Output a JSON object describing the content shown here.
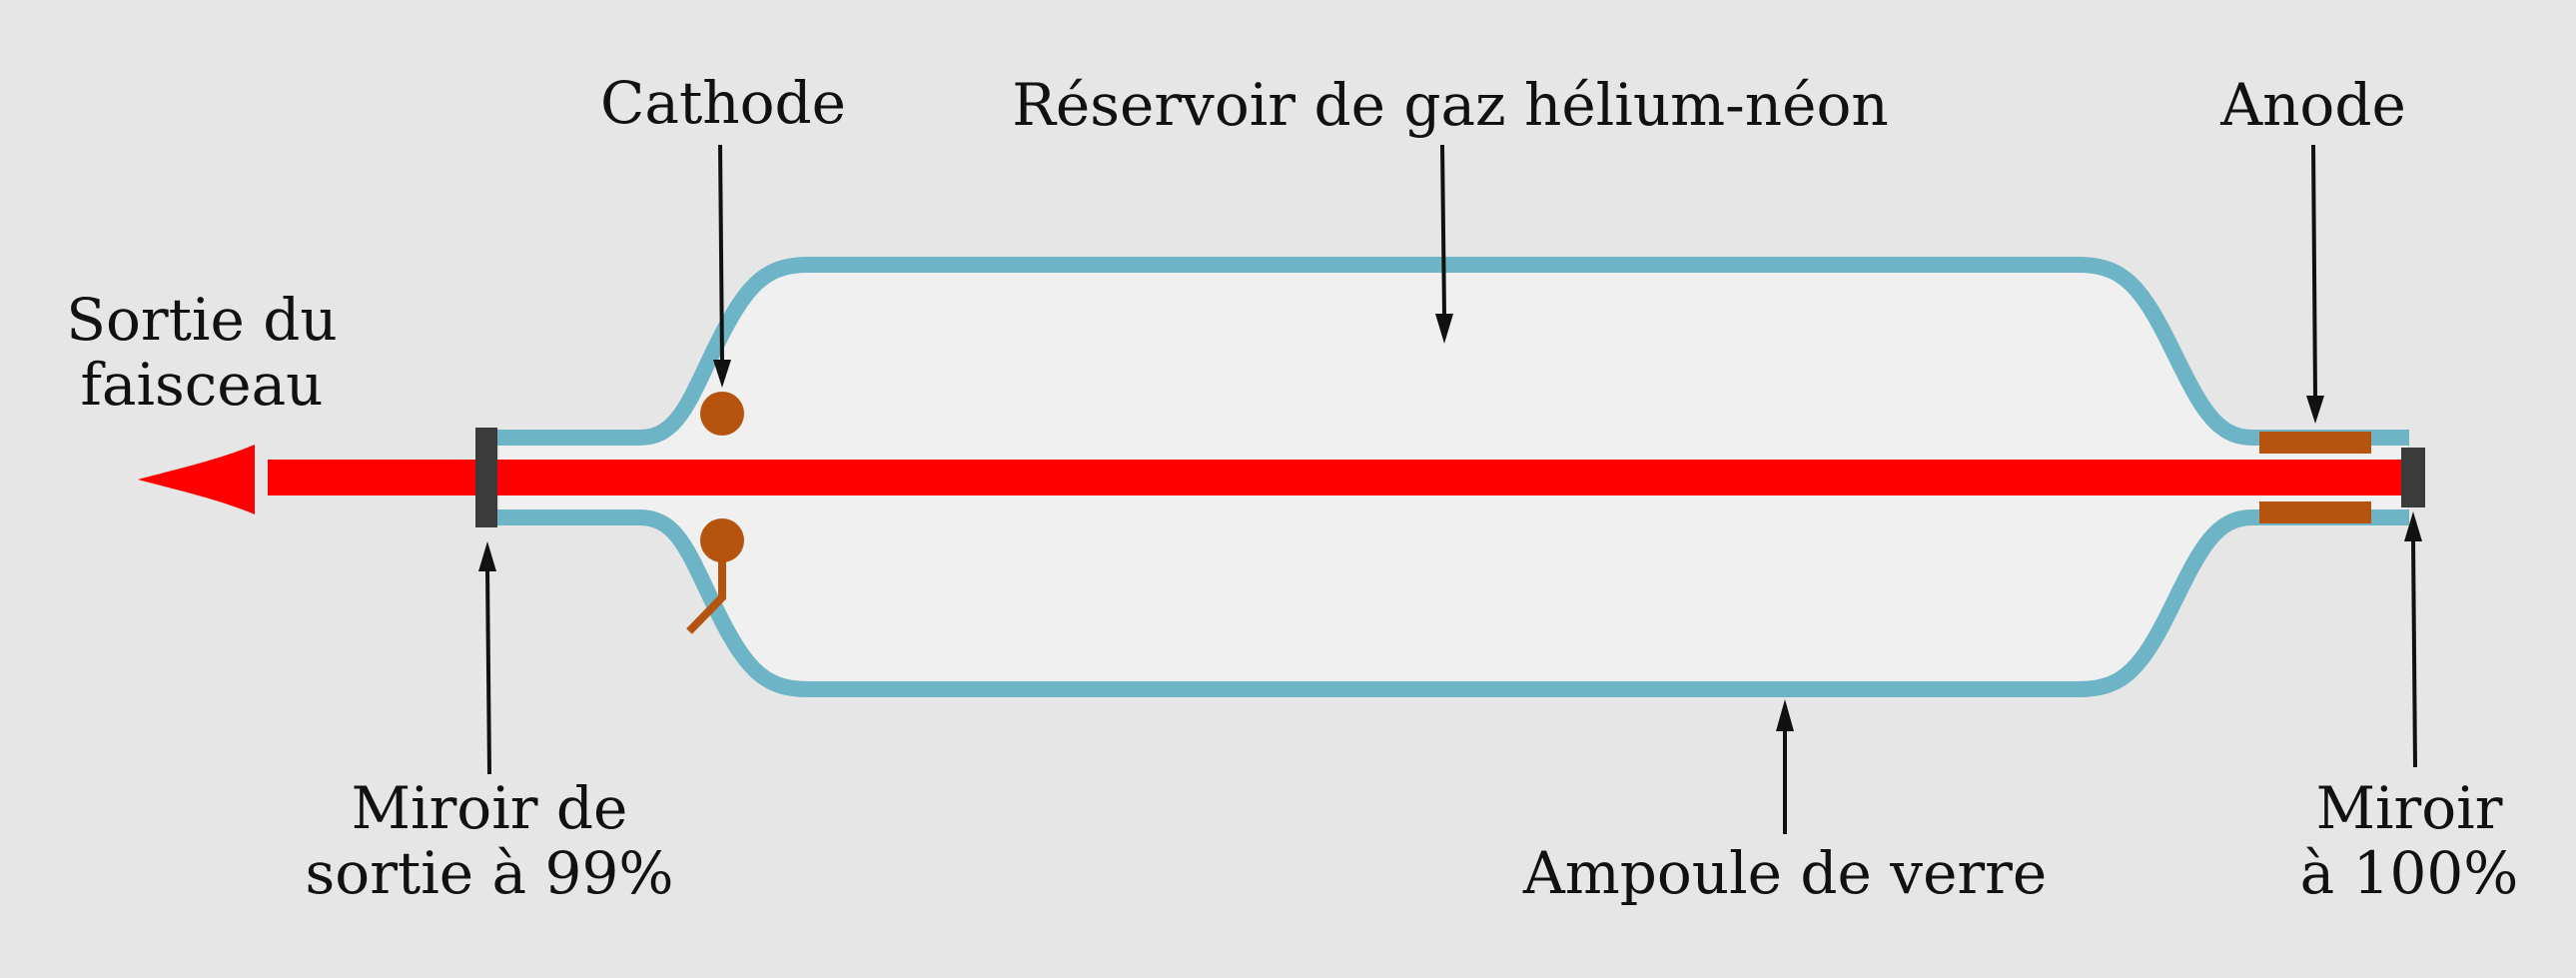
{
  "labels": {
    "cathode": "Cathode",
    "reservoir": "Réservoir de gaz hélium-néon",
    "anode": "Anode",
    "beam_output": [
      "Sortie du",
      "faisceau"
    ],
    "output_mirror": [
      "Miroir de",
      "sortie à 99%"
    ],
    "glass_bulb": "Ampoule de verre",
    "full_mirror": [
      "Miroir",
      "à 100%"
    ]
  },
  "colors": {
    "background": "#e6e6e6",
    "tube_outline": "#6cb4c6",
    "tube_fill": "#f0f0f0",
    "beam": "#ff0000",
    "electrode": "#b5530f",
    "mirror": "#3b3b3b"
  }
}
